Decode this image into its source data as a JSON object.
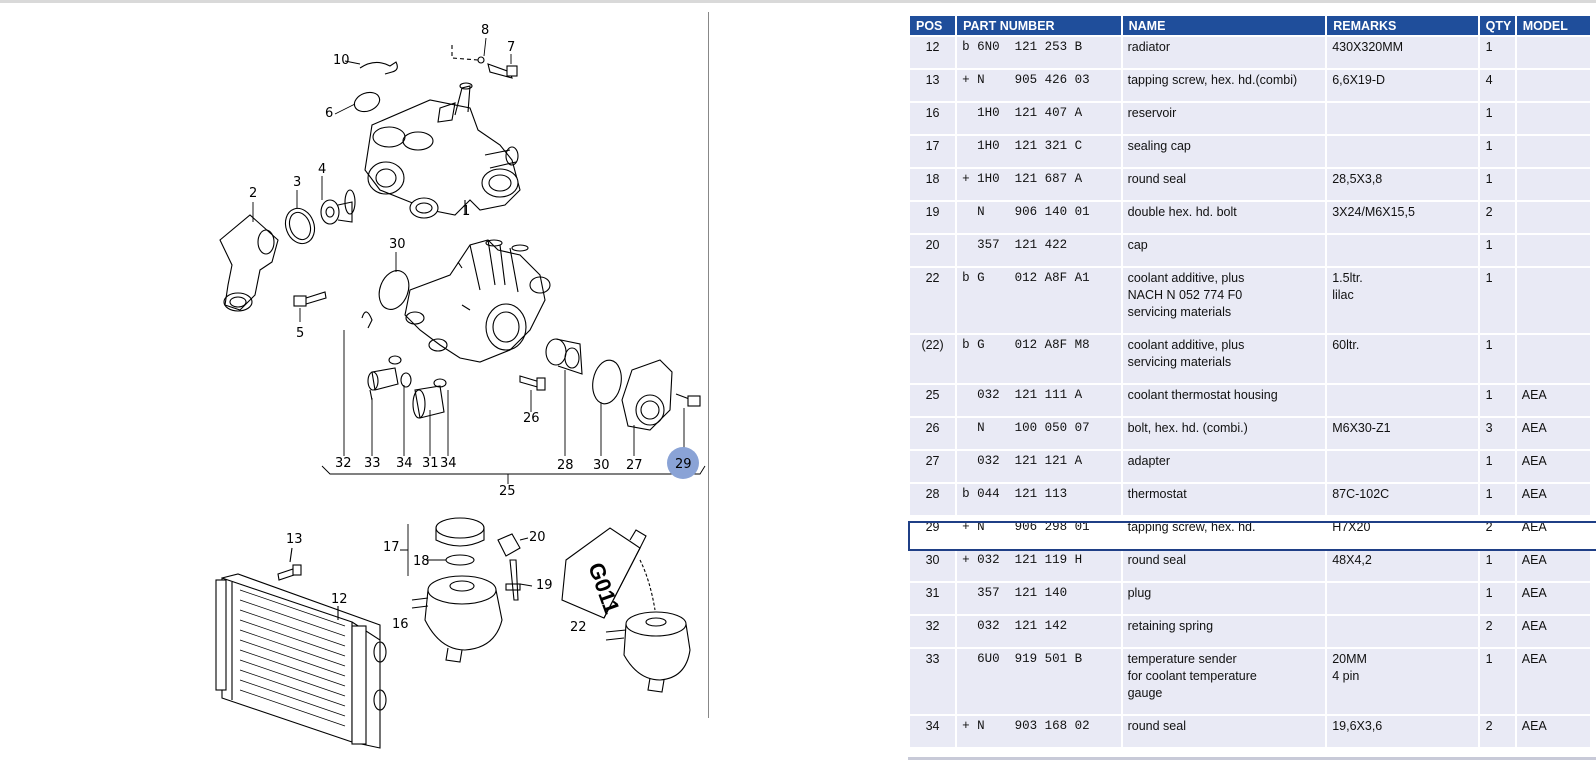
{
  "diagram": {
    "callouts": [
      "10",
      "8",
      "7",
      "6",
      "4",
      "2",
      "3",
      "1",
      "5",
      "30",
      "32",
      "33",
      "34",
      "31",
      "34",
      "26",
      "28",
      "30",
      "27",
      "29",
      "25",
      "13",
      "12",
      "17",
      "18",
      "20",
      "19",
      "16",
      "22"
    ],
    "can_label": "G011",
    "highlighted_callout": "29"
  },
  "table": {
    "headers": {
      "pos": "POS",
      "part_number": "PART NUMBER",
      "name": "NAME",
      "remarks": "REMARKS",
      "qty": "QTY",
      "model": "MODEL"
    },
    "rows": [
      {
        "pos": "12",
        "part": "b 6N0  121 253 B",
        "name": "radiator",
        "remarks": "430X320MM",
        "qty": "1",
        "model": ""
      },
      {
        "pos": "13",
        "part": "+ N    905 426 03",
        "name": "tapping screw, hex. hd.(combi)",
        "remarks": "6,6X19-D",
        "qty": "4",
        "model": ""
      },
      {
        "pos": "16",
        "part": "  1H0  121 407 A",
        "name": "reservoir",
        "remarks": "",
        "qty": "1",
        "model": ""
      },
      {
        "pos": "17",
        "part": "  1H0  121 321 C",
        "name": "sealing cap",
        "remarks": "",
        "qty": "1",
        "model": ""
      },
      {
        "pos": "18",
        "part": "+ 1H0  121 687 A",
        "name": "round seal",
        "remarks": "28,5X3,8",
        "qty": "1",
        "model": ""
      },
      {
        "pos": "19",
        "part": "  N    906 140 01",
        "name": "double hex. hd. bolt",
        "remarks": "3X24/M6X15,5",
        "qty": "2",
        "model": ""
      },
      {
        "pos": "20",
        "part": "  357  121 422",
        "name": "cap",
        "remarks": "",
        "qty": "1",
        "model": ""
      },
      {
        "pos": "22",
        "part": "b G    012 A8F A1",
        "name": "coolant additive, plus\nNACH  N  052 774 F0\nservicing materials",
        "remarks": "1.5ltr.\nlilac",
        "qty": "1",
        "model": ""
      },
      {
        "pos": "(22)",
        "part": "b G    012 A8F M8",
        "name": "coolant additive, plus\nservicing materials",
        "remarks": "60ltr.",
        "qty": "1",
        "model": ""
      },
      {
        "pos": "25",
        "part": "  032  121 111 A",
        "name": "coolant thermostat housing",
        "remarks": "",
        "qty": "1",
        "model": "AEA"
      },
      {
        "pos": "26",
        "part": "  N    100 050 07",
        "name": "bolt, hex. hd. (combi.)",
        "remarks": "M6X30-Z1",
        "qty": "3",
        "model": "AEA"
      },
      {
        "pos": "27",
        "part": "  032  121 121 A",
        "name": "adapter",
        "remarks": "",
        "qty": "1",
        "model": "AEA"
      },
      {
        "pos": "28",
        "part": "b 044  121 113",
        "name": "thermostat",
        "remarks": "87C-102C",
        "qty": "1",
        "model": "AEA"
      },
      {
        "pos": "29",
        "part": "+ N    906 298 01",
        "name": "tapping screw, hex. hd.",
        "remarks": "H7X20",
        "qty": "2",
        "model": "AEA"
      },
      {
        "pos": "30",
        "part": "+ 032  121 119 H",
        "name": "round seal",
        "remarks": "48X4,2",
        "qty": "1",
        "model": "AEA"
      },
      {
        "pos": "31",
        "part": "  357  121 140",
        "name": "plug",
        "remarks": "",
        "qty": "1",
        "model": "AEA"
      },
      {
        "pos": "32",
        "part": "  032  121 142",
        "name": "retaining spring",
        "remarks": "",
        "qty": "2",
        "model": "AEA"
      },
      {
        "pos": "33",
        "part": "  6U0  919 501 B",
        "name": "temperature sender\nfor coolant temperature\ngauge",
        "remarks": "20MM\n4 pin",
        "qty": "1",
        "model": "AEA"
      },
      {
        "pos": "34",
        "part": "+ N    903 168 02",
        "name": "round seal",
        "remarks": "19,6X3,6",
        "qty": "2",
        "model": "AEA"
      }
    ]
  }
}
